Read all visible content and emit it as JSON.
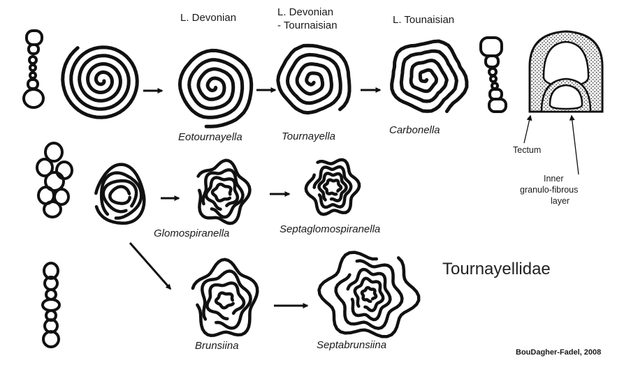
{
  "ages": {
    "late_devonian": "L. Devonian",
    "late_devonian_tournaisian_line1": "L. Devonian",
    "late_devonian_tournaisian_line2": "- Tournaisian",
    "late_tournaisian": "L. Tounaisian"
  },
  "genera": {
    "eotournayella": "Eotournayella",
    "tournayella": "Tournayella",
    "carbonella": "Carbonella",
    "glomospiranella": "Glomospiranella",
    "septaglomospiranella": "Septaglomospiranella",
    "brunsiina": "Brunsiina",
    "septabrunsiina": "Septabrunsiina"
  },
  "wall_labels": {
    "tectum": "Tectum",
    "inner_line1": "Inner",
    "inner_line2": "granulo-fibrous",
    "inner_line3": "layer"
  },
  "family": "Tournayellidae",
  "credit": "BouDagher-Fadel, 2008",
  "colors": {
    "ink": "#111111",
    "wall_fill": "#f4f4f4",
    "background": "#ffffff"
  }
}
